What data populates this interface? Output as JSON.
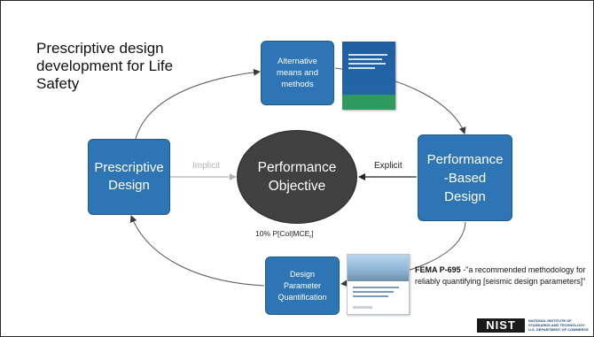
{
  "title": "Prescriptive design development for Life Safety",
  "nodes": {
    "alternative": [
      "Alternative",
      "means and",
      "methods"
    ],
    "prescriptive": [
      "Prescriptive",
      "Design"
    ],
    "performance_objective": [
      "Performance",
      "Objective"
    ],
    "performance_based": [
      "Performance",
      "-Based",
      "Design"
    ],
    "dpq": [
      "Design",
      "Parameter",
      "Quantification"
    ]
  },
  "edges": {
    "implicit": "Implicit",
    "explicit": "Explicit"
  },
  "formula": {
    "main": "10% P[Col|MCE",
    "sub": "r",
    "close": "]"
  },
  "fema": {
    "bold": "FEMA P-695",
    "text": " -\"a recommended methodology for reliably quantifying [seismic design parameters]\""
  },
  "logo": {
    "wordmark": "NIST",
    "tagline": "NATIONAL INSTITUTE OF STANDARDS AND TECHNOLOGY U.S. DEPARTMENT OF COMMERCE"
  },
  "colors": {
    "box": "#2e75b6",
    "ellipse": "#404040",
    "implicit_arrow": "#b3b3b3",
    "explicit_arrow": "#222222"
  }
}
